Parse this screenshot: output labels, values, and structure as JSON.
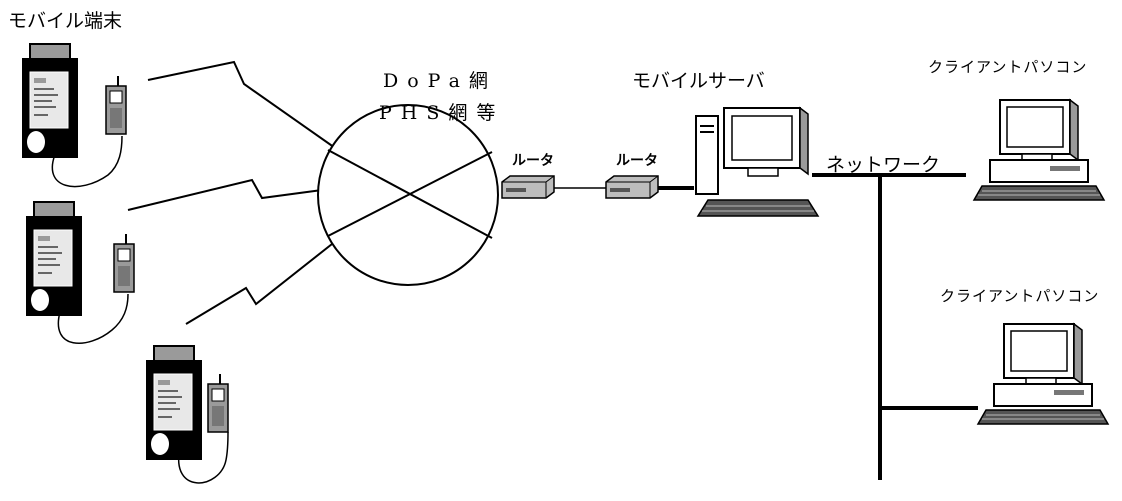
{
  "labels": {
    "mobile_terminal": "モバイル端末",
    "network_cloud_line1": "DoPa網",
    "network_cloud_line2": "PHS網等",
    "mobile_server": "モバイルサーバ",
    "router_1": "ルータ",
    "router_2": "ルータ",
    "network": "ネットワーク",
    "client_pc_1": "クライアントパソコン",
    "client_pc_2": "クライアントパソコン"
  },
  "icons": {
    "mobile_terminal": "pda-with-cd-icon",
    "phone": "phs-phone-icon",
    "router": "router-box-icon",
    "server": "server-tower-monitor-icon",
    "client_pc": "desktop-computer-icon"
  },
  "colors": {
    "line": "#000000",
    "device_gray": "#9a9a9a",
    "screen_light": "#e8e8e8"
  }
}
